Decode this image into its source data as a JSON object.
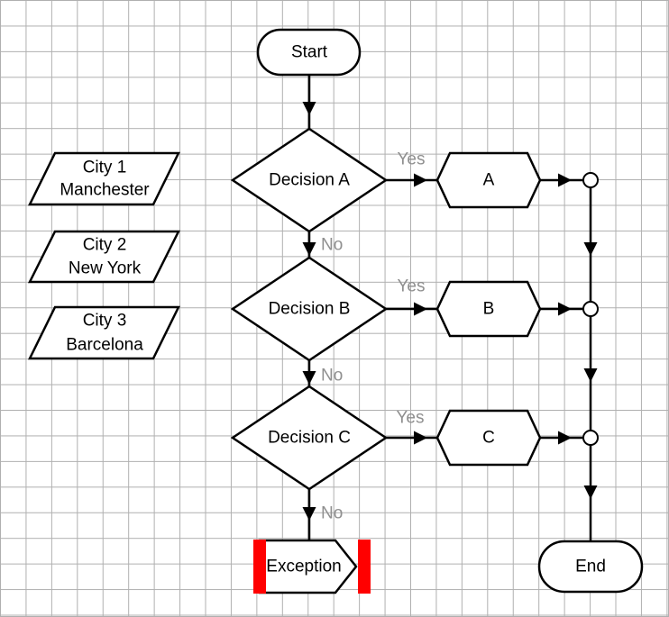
{
  "nodes": {
    "start": "Start",
    "end": "End",
    "decision_a": "Decision A",
    "decision_b": "Decision B",
    "decision_c": "Decision C",
    "result_a": "A",
    "result_b": "B",
    "result_c": "C",
    "exception": "Exception"
  },
  "data_inputs": {
    "city1": {
      "title": "City 1",
      "value": "Manchester"
    },
    "city2": {
      "title": "City 2",
      "value": "New York"
    },
    "city3": {
      "title": "City 3",
      "value": "Barcelona"
    }
  },
  "edge_labels": {
    "a_yes": "Yes",
    "a_no": "No",
    "b_yes": "Yes",
    "b_no": "No",
    "c_yes": "Yes",
    "c_no": "No"
  },
  "colors": {
    "shape_fill": "#ffffff",
    "shape_stroke": "#000000",
    "edge_label_gray": "#8f8f8f",
    "exception_bar_red": "#ff0000",
    "grid_line": "#b0b0b0",
    "background": "#ffffff"
  }
}
